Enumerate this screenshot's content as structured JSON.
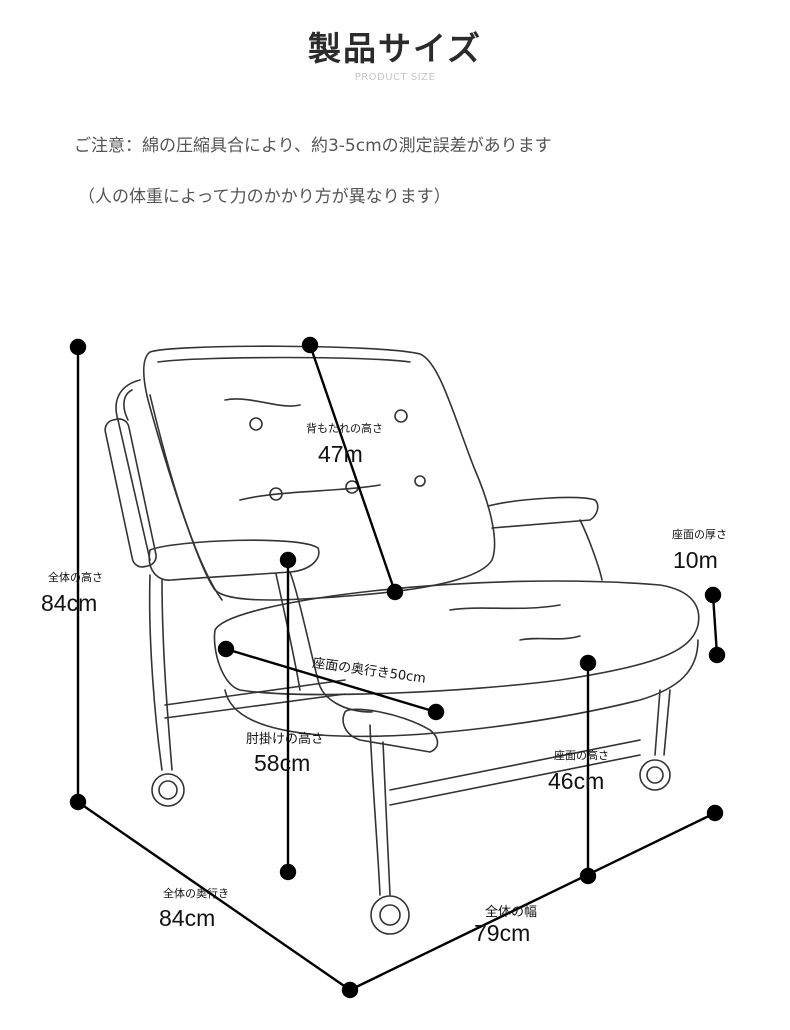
{
  "header": {
    "title": "製品サイズ",
    "subtitle": "PRODUCT SIZE"
  },
  "notes": {
    "line1": "ご注意：綿の圧縮具合により、約3-5cmの測定誤差があります",
    "line2": "（人の体重によって力のかかり方が異なります）"
  },
  "dimensions": {
    "backrest": {
      "label": "背もたれの高さ",
      "value": "47m"
    },
    "cushion": {
      "label": "座面の厚さ",
      "value": "10m"
    },
    "total_height": {
      "label": "全体の高さ",
      "value": "84cm"
    },
    "seat_depth": {
      "label": "座面の奥行き50cm"
    },
    "armrest": {
      "label": "肘掛けの高さ",
      "value": "58cm"
    },
    "seat_height": {
      "label": "座面の高さ",
      "value": "46cm"
    },
    "total_depth": {
      "label": "全体の奥行き",
      "value": "84cm"
    },
    "total_width": {
      "label": "全体の幅",
      "value": "79cm"
    }
  }
}
